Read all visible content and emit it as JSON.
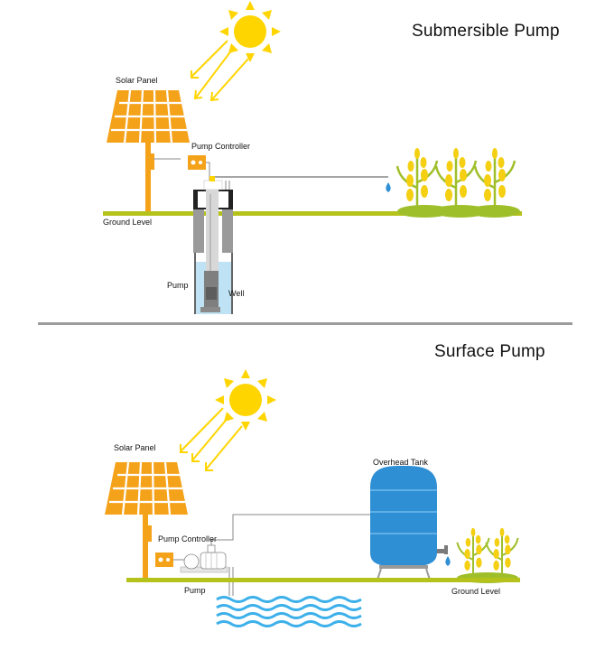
{
  "submersible": {
    "title": "Submersible Pump",
    "labels": {
      "solar_panel": "Solar Panel",
      "pump_controller": "Pump  Controller",
      "ground_level": "Ground Level",
      "pump": "Pump",
      "well": "Well"
    }
  },
  "surface": {
    "title": "Surface Pump",
    "labels": {
      "solar_panel": "Solar Panel",
      "pump_controller": "Pump  Controller",
      "pump": "Pump",
      "overhead_tank": "Overhead Tank",
      "ground_level": "Ground Level"
    }
  },
  "colors": {
    "solar_orange": "#f5a21b",
    "sun_yellow": "#ffd500",
    "ground_green": "#b5c21b",
    "tank_blue": "#2f8fd4",
    "water_blue": "#3db0ea",
    "well_blue": "#bfe3f4",
    "pump_gray": "#9a9a9a",
    "crop_yellow": "#f4cf12",
    "crop_green": "#9fbf2a",
    "divider_gray": "#9b9b9b"
  },
  "icons": [
    "sun-icon",
    "solar-panel-icon",
    "pump-controller-icon",
    "submersible-pump-icon",
    "surface-pump-icon",
    "overhead-tank-icon",
    "crop-icon",
    "water-drop-icon",
    "water-waves-icon"
  ]
}
